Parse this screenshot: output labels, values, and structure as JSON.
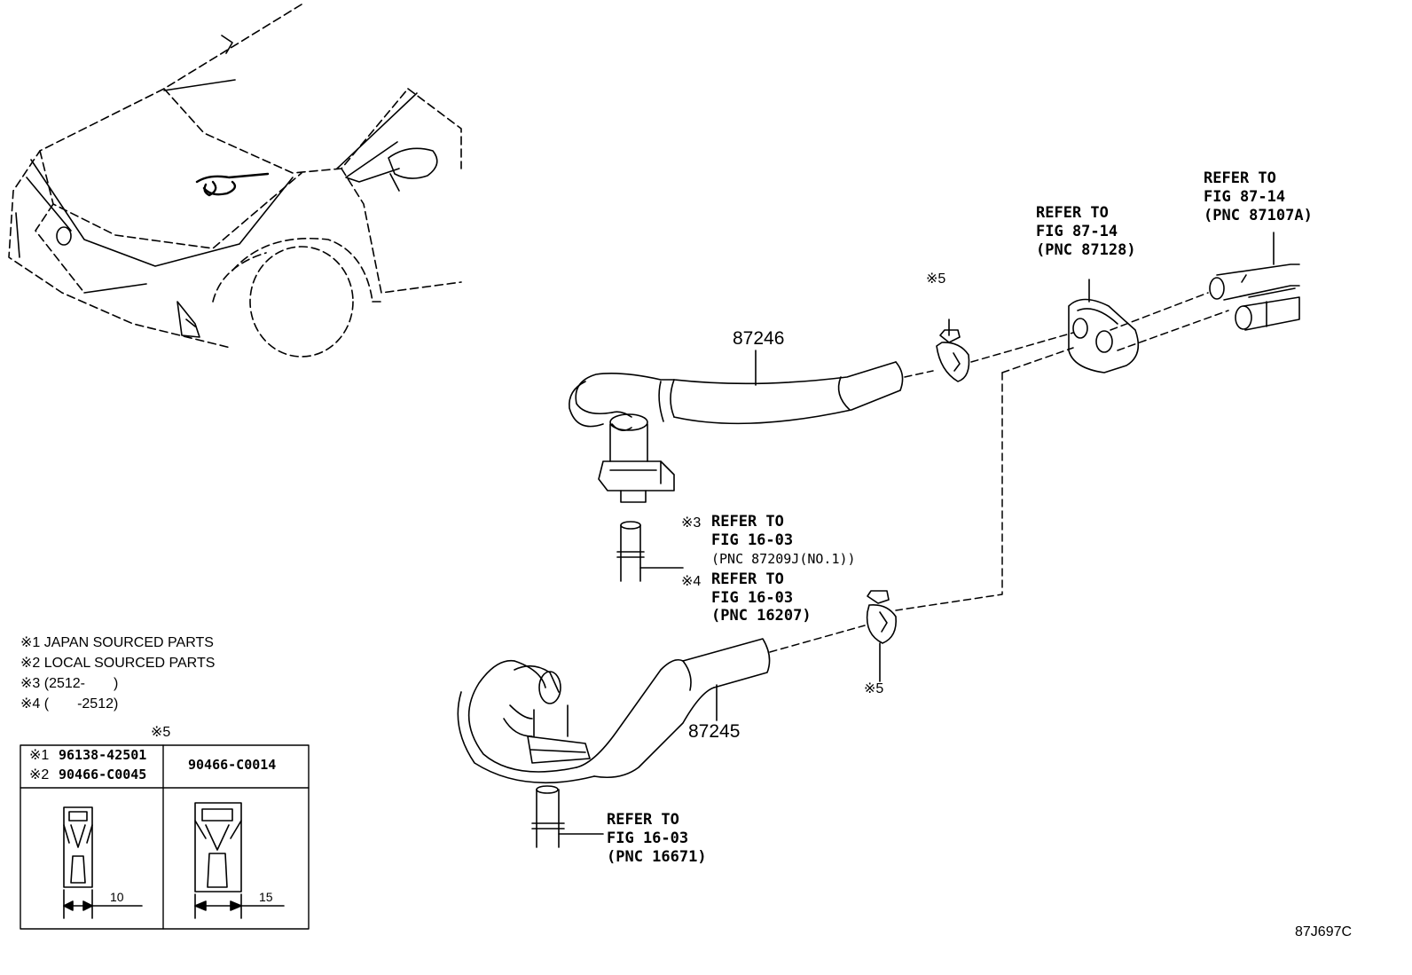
{
  "parts": {
    "hose_upper": "87246",
    "hose_lower": "87245",
    "clip_mark_upper": "※5",
    "clip_mark_lower": "※5"
  },
  "refs": {
    "grommet": [
      "REFER TO",
      "FIG 87-14",
      "(PNC 87128)"
    ],
    "pipe_top": [
      "REFER TO",
      "FIG 87-14",
      "(PNC 87107A)"
    ],
    "ref3_mark": "※3",
    "ref3": [
      "REFER TO",
      "FIG 16-03",
      "(PNC 87209J(NO.1))"
    ],
    "ref4_mark": "※4",
    "ref4": [
      "REFER TO",
      "FIG 16-03",
      "(PNC 16207)"
    ],
    "bottom": [
      "REFER TO",
      "FIG 16-03",
      "(PNC 16671)"
    ]
  },
  "notes": [
    "※1 JAPAN SOURCED PARTS",
    "※2 LOCAL SOURCED PARTS",
    "※3 (2512-　　)",
    "※4 (　　-2512)"
  ],
  "clip_table": {
    "header_mark": "※5",
    "col1_line1_mark": "※1",
    "col1_line1": "96138-42501",
    "col1_line2_mark": "※2",
    "col1_line2": "90466-C0045",
    "col2": "90466-C0014",
    "dim1": "10",
    "dim2": "15"
  },
  "figure_id": "87J697C"
}
